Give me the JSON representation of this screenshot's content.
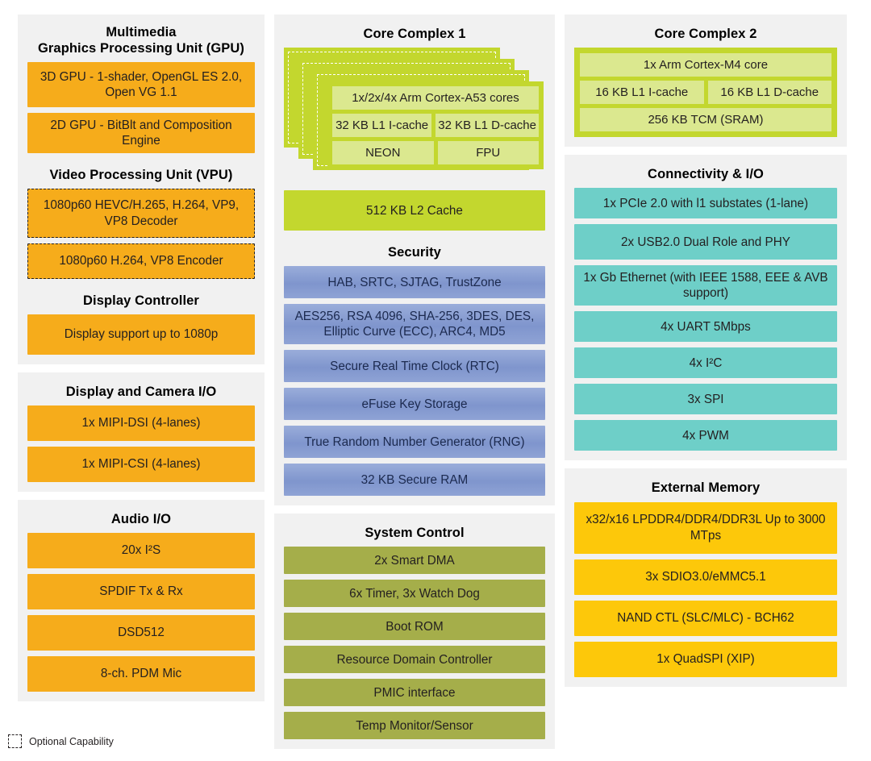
{
  "colors": {
    "orange": "#F6AC1B",
    "yellow": "#FDC80A",
    "teal": "#6ECFC8",
    "olive": "#A5AE4A",
    "blue": "#8FA3D5",
    "green_bright": "#C3D72E",
    "green_pale": "#DBE88F",
    "panel_bg": "#F1F1F1",
    "page_bg": "#FFFFFF",
    "text": "#231F20"
  },
  "left_column": {
    "multimedia": {
      "title_line1": "Multimedia",
      "title_line2": "Graphics Processing Unit (GPU)",
      "gpu_boxes": [
        "3D GPU - 1-shader, OpenGL ES 2.0, Open VG 1.1",
        "2D GPU - BitBlt and Composition Engine"
      ],
      "vpu_title": "Video Processing Unit (VPU)",
      "vpu_boxes": [
        "1080p60 HEVC/H.265, H.264, VP9, VP8 Decoder",
        "1080p60 H.264, VP8 Encoder"
      ],
      "display_controller_title": "Display Controller",
      "display_controller_boxes": [
        "Display support up to 1080p"
      ]
    },
    "display_camera_io": {
      "title": "Display and Camera I/O",
      "boxes": [
        "1x MIPI-DSI (4-lanes)",
        "1x MIPI-CSI (4-lanes)"
      ]
    },
    "audio_io": {
      "title": "Audio I/O",
      "boxes": [
        "20x I²S",
        "SPDIF Tx & Rx",
        "DSD512",
        "8-ch. PDM Mic"
      ]
    }
  },
  "middle_column": {
    "core_complex_1": {
      "title": "Core Complex 1",
      "stacked_card_count": 4,
      "card_rows": [
        [
          "1x/2x/4x Arm Cortex-A53 cores"
        ],
        [
          "32 KB L1 I-cache",
          "32 KB L1 D-cache"
        ],
        [
          "NEON",
          "FPU"
        ]
      ],
      "l2_cache": "512 KB L2 Cache"
    },
    "security": {
      "title": "Security",
      "boxes": [
        "HAB, SRTC, SJTAG, TrustZone",
        "AES256, RSA 4096, SHA-256, 3DES, DES, Elliptic Curve (ECC), ARC4, MD5",
        "Secure Real Time Clock (RTC)",
        "eFuse Key Storage",
        "True Random Number Generator (RNG)",
        "32 KB Secure RAM"
      ]
    },
    "system_control": {
      "title": "System Control",
      "boxes": [
        "2x Smart DMA",
        "6x Timer, 3x Watch Dog",
        "Boot ROM",
        "Resource Domain Controller",
        "PMIC interface",
        "Temp Monitor/Sensor"
      ]
    }
  },
  "right_column": {
    "core_complex_2": {
      "title": "Core Complex 2",
      "rows": [
        [
          "1x Arm Cortex-M4 core"
        ],
        [
          "16 KB L1  I-cache",
          "16 KB L1 D-cache"
        ],
        [
          "256 KB TCM (SRAM)"
        ]
      ]
    },
    "connectivity_io": {
      "title": "Connectivity & I/O",
      "boxes": [
        "1x PCIe 2.0 with l1 substates (1-lane)",
        "2x USB2.0 Dual Role and PHY",
        "1x Gb Ethernet (with IEEE 1588, EEE & AVB support)",
        "4x UART 5Mbps",
        "4x I²C",
        "3x SPI",
        "4x PWM"
      ]
    },
    "external_memory": {
      "title": "External Memory",
      "boxes": [
        "x32/x16 LPDDR4/DDR4/DDR3L Up to 3000 MTps",
        "3x SDIO3.0/eMMC5.1",
        "NAND CTL (SLC/MLC) - BCH62",
        "1x QuadSPI (XIP)"
      ]
    }
  },
  "legend": {
    "label": "Optional Capability"
  }
}
